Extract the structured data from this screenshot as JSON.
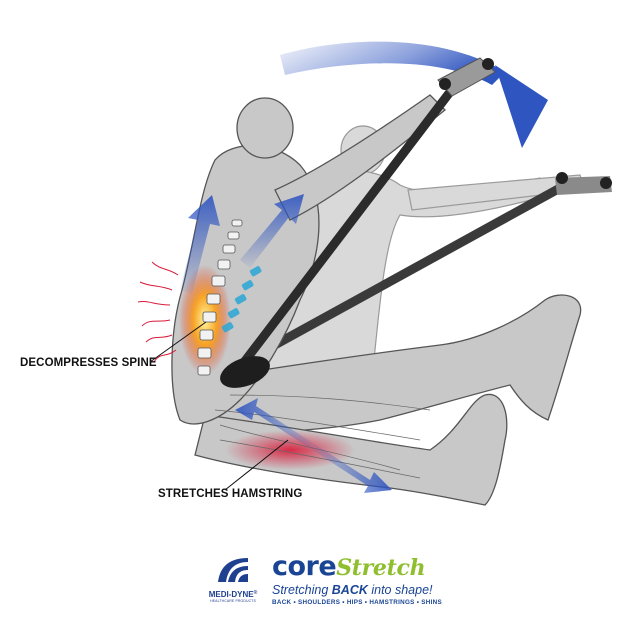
{
  "callouts": {
    "spine": "DECOMPRESSES SPINE",
    "hamstring": "STRETCHES HAMSTRING"
  },
  "company": {
    "name": "MEDI-DYNE",
    "registered": "®",
    "subtitle": "HEALTHCARE PRODUCTS"
  },
  "brand": {
    "part1": "core",
    "part2": "Stretch",
    "tagline_before": "Stretching ",
    "tagline_emphasis": "BACK",
    "tagline_after": " into shape!",
    "subline": "BACK • SHOULDERS • HIPS • HAMSTRINGS • SHINS"
  },
  "colors": {
    "brand_blue": "#1a4595",
    "brand_green": "#8fbf2f",
    "arrow_blue": "#2f55c0",
    "figure_gray": "#c8c8c8",
    "pain_red": "#d81b3a",
    "relief_cyan": "#2aa7d6"
  }
}
